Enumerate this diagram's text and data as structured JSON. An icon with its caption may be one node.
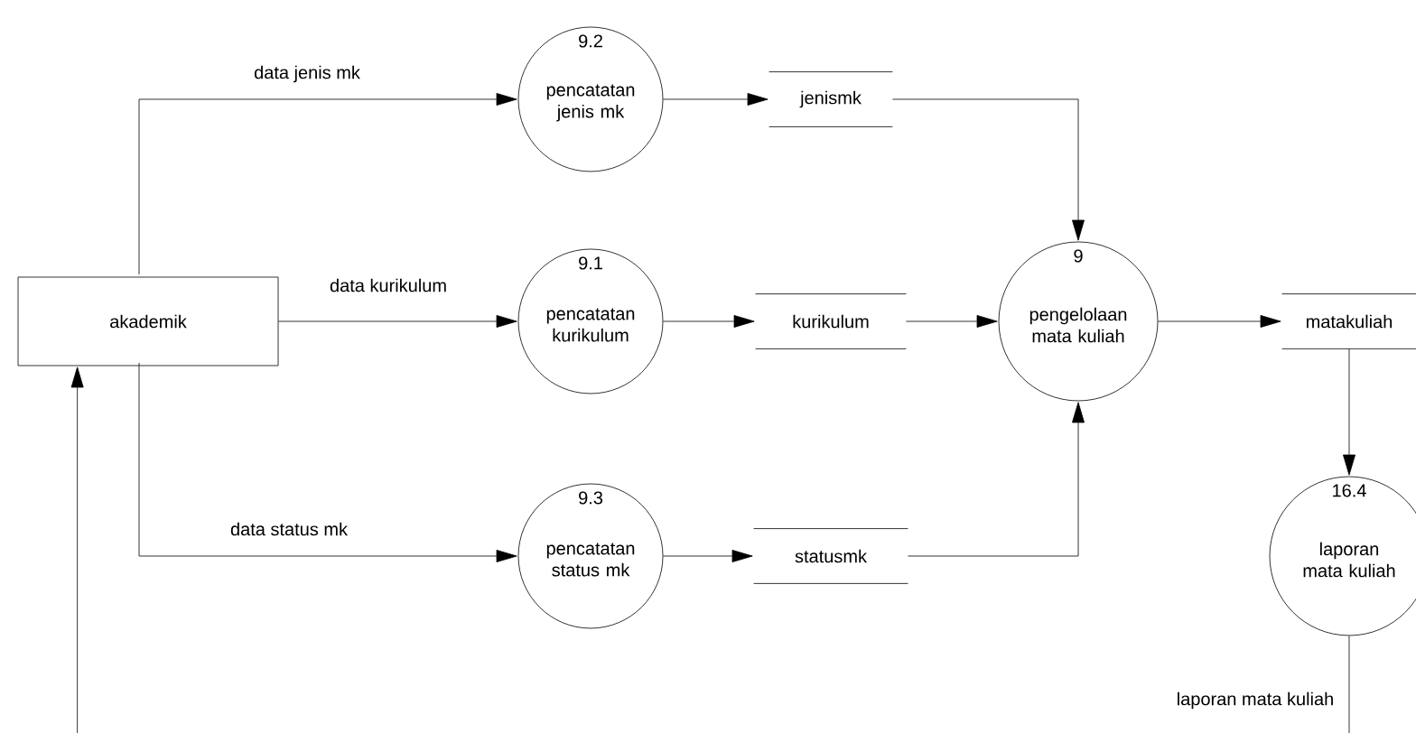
{
  "diagram": {
    "nodes": [
      {
        "text": [
          "akademik"
        ]
      },
      {
        "text": [
          "9.2",
          "pencatatan jenis mk"
        ]
      },
      {
        "text": [
          "9.1",
          "pencatatan kurikulum"
        ]
      },
      {
        "text": [
          "9.3",
          "pencatatan status mk"
        ]
      },
      {
        "text": [
          "jenismk"
        ]
      },
      {
        "text": [
          "kurikulum"
        ]
      },
      {
        "text": [
          "statusmk"
        ]
      },
      {
        "text": [
          "9",
          "pengelolaan mata kuliah"
        ]
      },
      {
        "text": [
          "matakuliah"
        ]
      },
      {
        "text": [
          "16.4",
          "laporan mata kuliah"
        ]
      }
    ],
    "edges": [
      {
        "from": 0,
        "to": 1,
        "arrow": "to",
        "label": "data jenis mk"
      },
      {
        "from": 0,
        "to": 2,
        "arrow": "to",
        "label": "data kurikulum"
      },
      {
        "from": 0,
        "to": 3,
        "arrow": "to",
        "label": "data status mk"
      },
      {
        "from": 1,
        "to": 4,
        "arrow": "to"
      },
      {
        "from": 2,
        "to": 5,
        "arrow": "to"
      },
      {
        "from": 3,
        "to": 6,
        "arrow": "to"
      },
      {
        "from": 4,
        "to": 7,
        "arrow": "to"
      },
      {
        "from": 5,
        "to": 7,
        "arrow": "to"
      },
      {
        "from": 6,
        "to": 7,
        "arrow": "to"
      },
      {
        "from": 7,
        "to": 8,
        "arrow": "to"
      },
      {
        "from": 8,
        "to": 9,
        "arrow": "to"
      },
      {
        "from": 9,
        "to": 0,
        "arrow": "to",
        "label": "laporan mata kuliah"
      }
    ]
  }
}
